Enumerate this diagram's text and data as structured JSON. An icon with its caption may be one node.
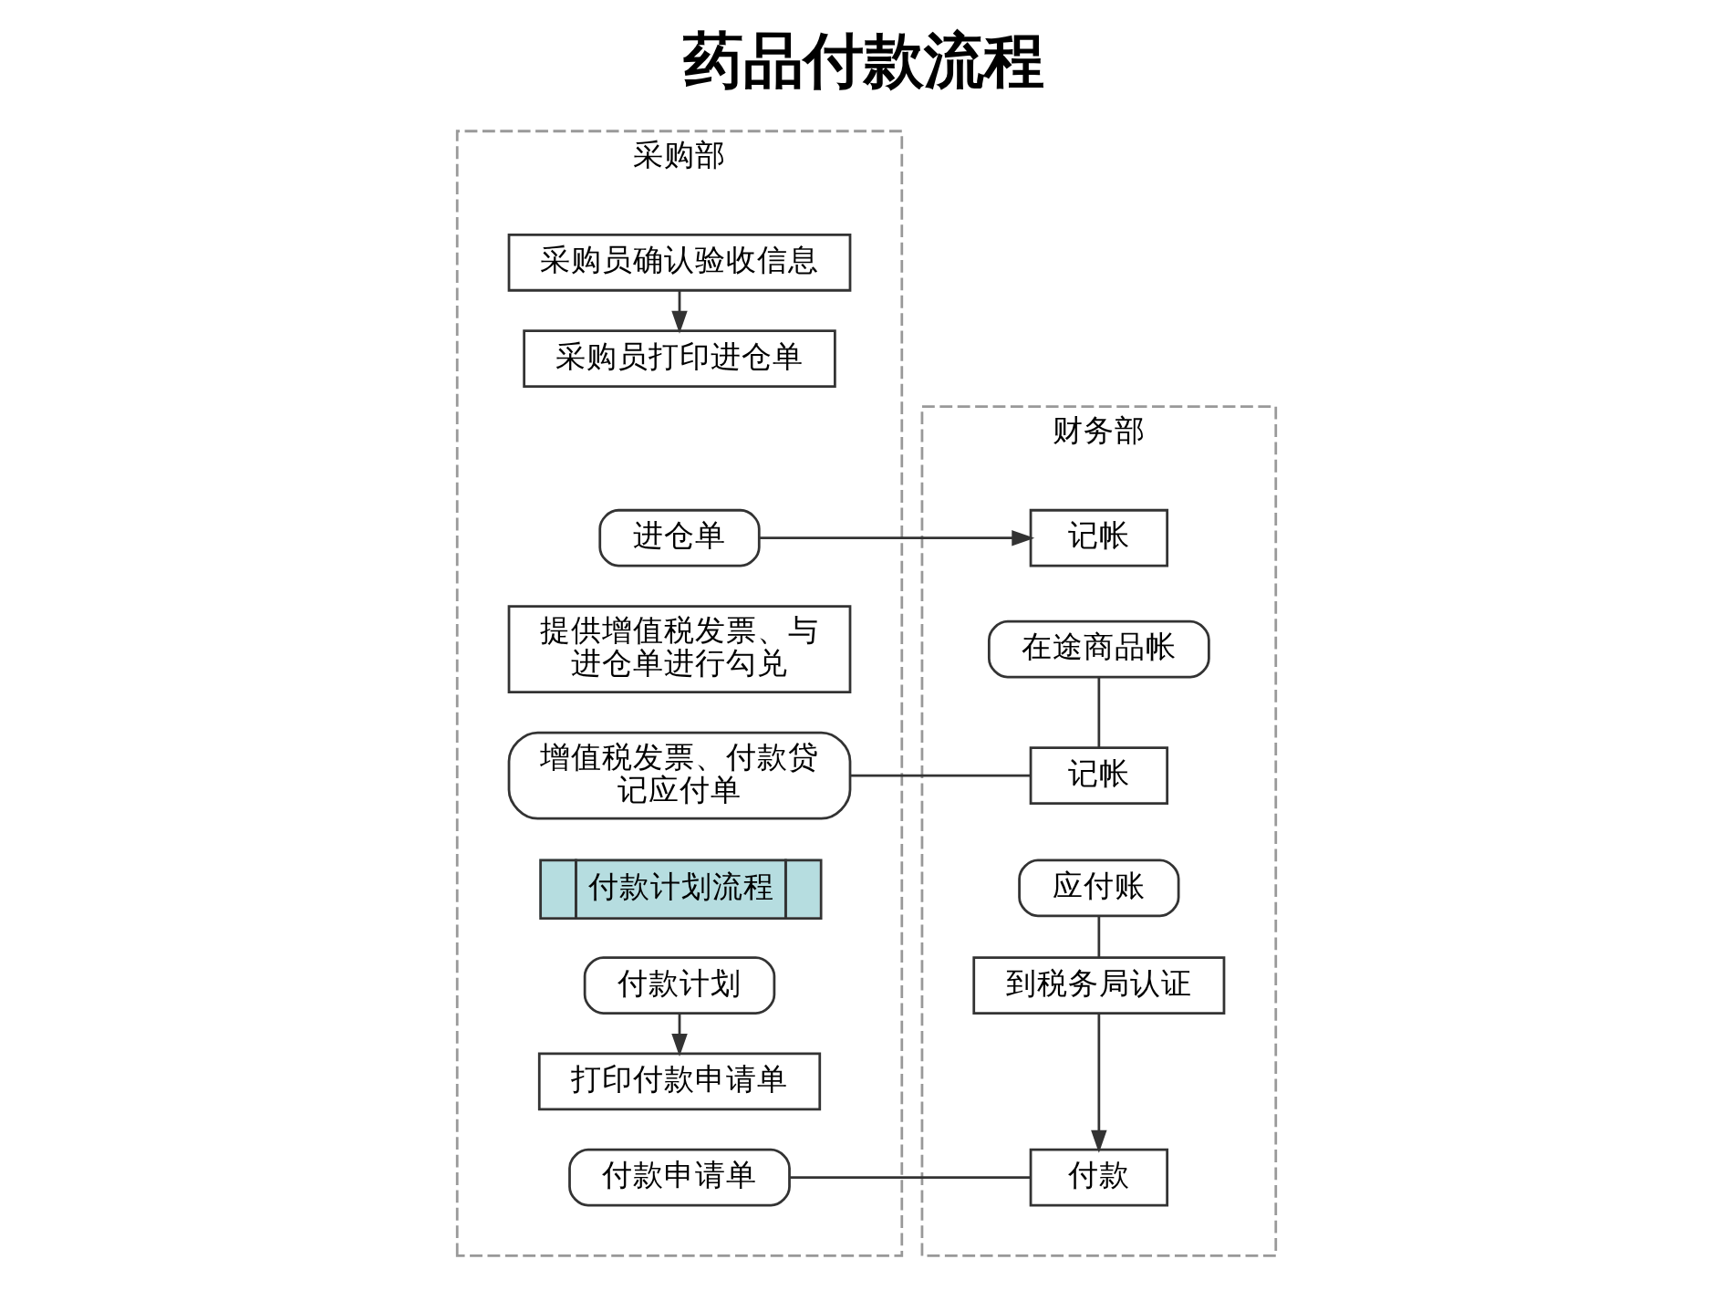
{
  "diagram": {
    "title": "药品付款流程",
    "nodes": [
      {
        "text": [
          "采购部"
        ]
      },
      {
        "text": [
          "财务部"
        ]
      },
      {
        "text": [
          "采购员确认验收信息"
        ],
        "in": 0
      },
      {
        "text": [
          "采购员打印进仓单"
        ],
        "in": 0
      },
      {
        "text": [
          "进仓单"
        ],
        "in": 0
      },
      {
        "text": [
          "提供增值税发票、与进仓单进行勾兑"
        ],
        "in": 0
      },
      {
        "text": [
          "增值税发票、付款贷记应付单"
        ],
        "in": 0
      },
      {
        "text": [
          "付款计划流程"
        ],
        "in": 0
      },
      {
        "text": [
          "付款计划"
        ],
        "in": 0
      },
      {
        "text": [
          "打印付款申请单"
        ],
        "in": 0
      },
      {
        "text": [
          "付款申请单"
        ],
        "in": 0
      },
      {
        "text": [
          "记帐"
        ],
        "in": 1
      },
      {
        "text": [
          "在途商品帐"
        ],
        "in": 1
      },
      {
        "text": [
          "记帐"
        ],
        "in": 1
      },
      {
        "text": [
          "应付账"
        ],
        "in": 1
      },
      {
        "text": [
          "到税务局认证"
        ],
        "in": 1
      },
      {
        "text": [
          "付款"
        ],
        "in": 1
      }
    ],
    "edges": [
      {
        "from": 2,
        "to": 3,
        "arrow": "to"
      },
      {
        "from": 4,
        "to": 11,
        "arrow": "to"
      },
      {
        "from": 12,
        "to": 13,
        "arrow": "none"
      },
      {
        "from": 6,
        "to": 13,
        "arrow": "none"
      },
      {
        "from": 14,
        "to": 15,
        "arrow": "none"
      },
      {
        "from": 15,
        "to": 16,
        "arrow": "to"
      },
      {
        "from": 8,
        "to": 9,
        "arrow": "to"
      },
      {
        "from": 10,
        "to": 16,
        "arrow": "none"
      }
    ]
  }
}
